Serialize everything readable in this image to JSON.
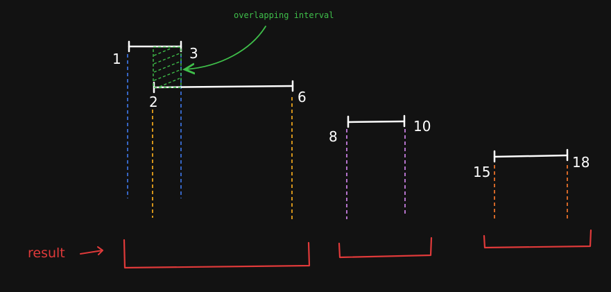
{
  "colors": {
    "background": "#121212",
    "interval": "#ffffff",
    "interval_1_3": "#3b6fd8",
    "interval_2_6": "#e9a21b",
    "interval_8_10": "#c77ee0",
    "interval_15_18": "#e8702a",
    "overlap": "#3fbf4a",
    "result": "#e03a3a"
  },
  "annotation": {
    "overlap_label": "overlapping interval"
  },
  "intervals": [
    {
      "id": "1-3",
      "start": 1,
      "end": 3,
      "start_label": "1",
      "end_label": "3"
    },
    {
      "id": "2-6",
      "start": 2,
      "end": 6,
      "start_label": "2",
      "end_label": "6"
    },
    {
      "id": "8-10",
      "start": 8,
      "end": 10,
      "start_label": "8",
      "end_label": "10"
    },
    {
      "id": "15-18",
      "start": 15,
      "end": 18,
      "start_label": "15",
      "end_label": "18"
    }
  ],
  "result": {
    "label": "result",
    "merged_intervals": [
      [
        1,
        6
      ],
      [
        8,
        10
      ],
      [
        15,
        18
      ]
    ]
  }
}
